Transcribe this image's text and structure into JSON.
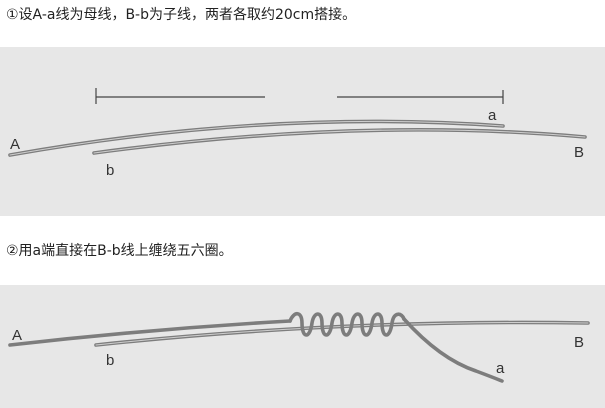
{
  "step1": {
    "caption": "①设A-a线为母线，B-b为子线，两者各取约20cm搭接。",
    "labels": {
      "A": "A",
      "a": "a",
      "b": "b",
      "B": "B"
    }
  },
  "step2": {
    "caption": "②用a端直接在B-b线上缠绕五六圈。",
    "labels": {
      "A": "A",
      "b": "b",
      "B": "B",
      "a": "a"
    }
  },
  "colors": {
    "panel_bg": "#e7e7e7",
    "wire": "#8a8a8a",
    "text": "#222222"
  }
}
